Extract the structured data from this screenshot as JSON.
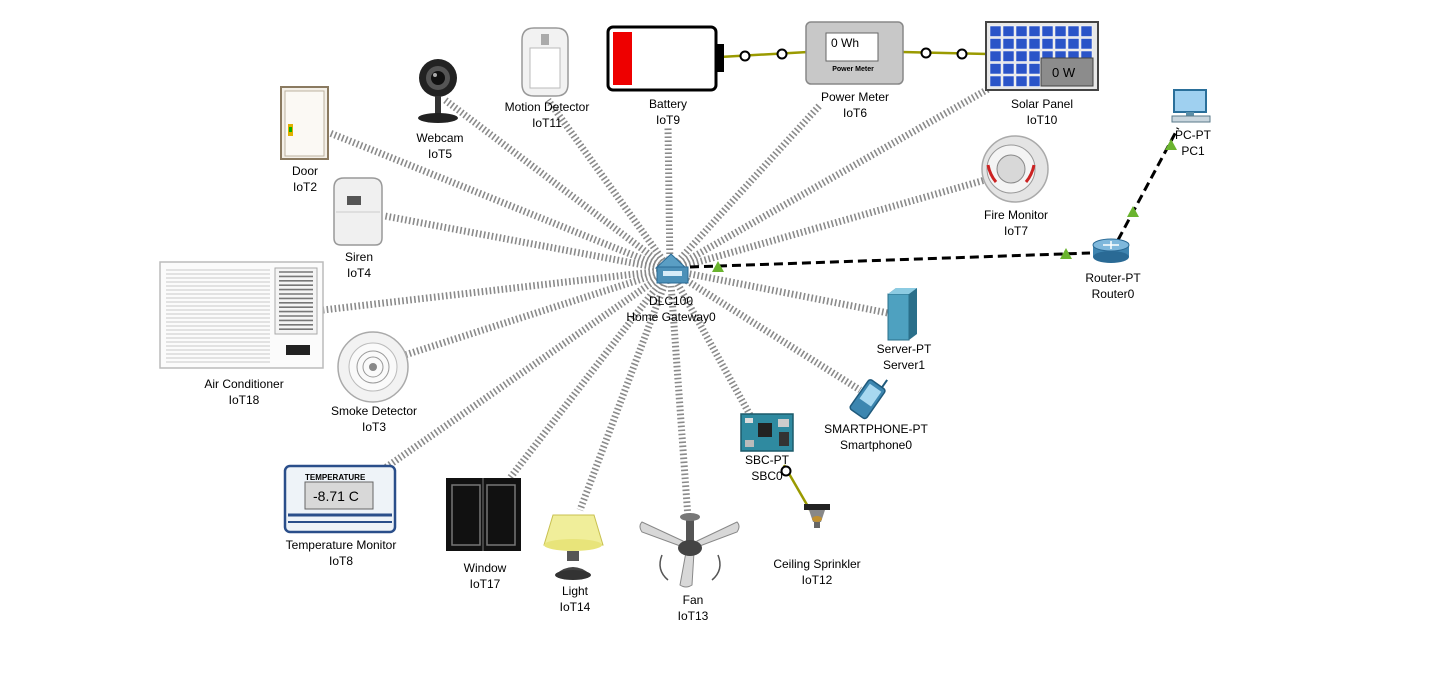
{
  "devices": {
    "door": {
      "type": "Door",
      "name": "IoT2"
    },
    "webcam": {
      "type": "Webcam",
      "name": "IoT5"
    },
    "motion": {
      "type": "Motion Detector",
      "name": "IoT11"
    },
    "battery": {
      "type": "Battery",
      "name": "IoT9"
    },
    "power_meter": {
      "type": "Power Meter",
      "name": "IoT6",
      "reading": "0 Wh",
      "caption": "Power Meter"
    },
    "solar": {
      "type": "Solar Panel",
      "name": "IoT10",
      "reading": "0 W"
    },
    "pc": {
      "type": "PC-PT",
      "name": "PC1"
    },
    "siren": {
      "type": "Siren",
      "name": "IoT4"
    },
    "fire": {
      "type": "Fire Monitor",
      "name": "IoT7"
    },
    "router": {
      "type": "Router-PT",
      "name": "Router0"
    },
    "gateway": {
      "type": "DLC100",
      "name": "Home Gateway0"
    },
    "ac": {
      "type": "Air Conditioner",
      "name": "IoT18"
    },
    "server": {
      "type": "Server-PT",
      "name": "Server1"
    },
    "smoke": {
      "type": "Smoke Detector",
      "name": "IoT3"
    },
    "phone": {
      "type": "SMARTPHONE-PT",
      "name": "Smartphone0"
    },
    "sbc": {
      "type": "SBC-PT",
      "name": "SBC0"
    },
    "temp": {
      "type": "Temperature Monitor",
      "name": "IoT8",
      "header": "TEMPERATURE",
      "reading": "-8.71 C"
    },
    "window": {
      "type": "Window",
      "name": "IoT17"
    },
    "light": {
      "type": "Light",
      "name": "IoT14"
    },
    "fan": {
      "type": "Fan",
      "name": "IoT13"
    },
    "sprinkler": {
      "type": "Ceiling Sprinkler",
      "name": "IoT12"
    }
  },
  "colors": {
    "wireless_link": "#8a8a8a",
    "ethernet_link": "#000000",
    "power_link": "#9a9a00",
    "link_up": "#6ab42e",
    "battery_level": "#ee0000",
    "solar_cell": "#2a54c8",
    "device_teal": "#2f8aa0"
  }
}
